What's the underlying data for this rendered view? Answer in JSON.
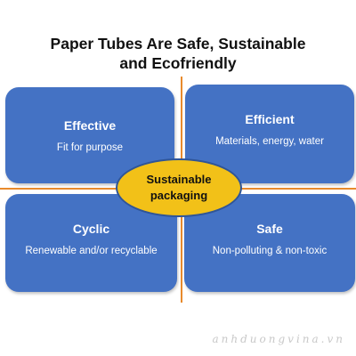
{
  "title": {
    "line1": "Paper Tubes Are Safe, Sustainable",
    "line2": "and Ecofriendly"
  },
  "center": {
    "line1": "Sustainable",
    "line2": "packaging"
  },
  "quadrants": [
    {
      "heading": "Effective",
      "description": "Fit for purpose"
    },
    {
      "heading": "Efficient",
      "description": "Materials, energy, water"
    },
    {
      "heading": "Cyclic",
      "description": "Renewable and/or recyclable"
    },
    {
      "heading": "Safe",
      "description": "Non-polluting & non-toxic"
    }
  ],
  "watermark": "anhduongvina.vn",
  "colors": {
    "box_fill": "#4472c4",
    "center_fill": "#f2c118",
    "center_border": "#2f5597",
    "divider": "#e88a2c"
  }
}
